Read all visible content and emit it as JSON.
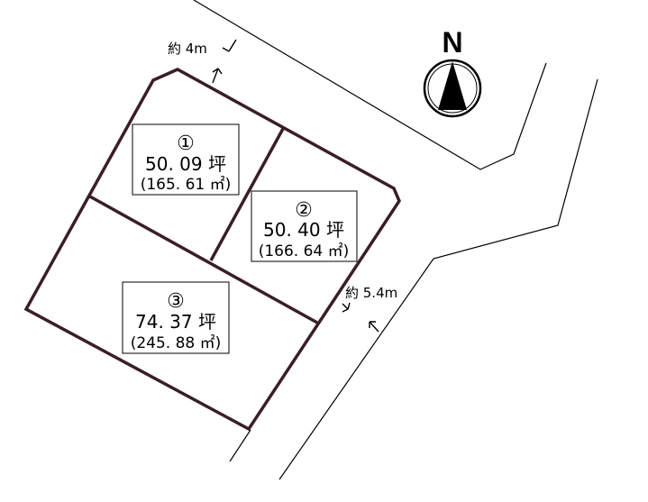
{
  "compass": {
    "letter": "N",
    "icon": "north-arrow-icon"
  },
  "roads": [
    {
      "label": "約 4m"
    },
    {
      "label": "約 5.4m"
    }
  ],
  "lots": [
    {
      "number": "①",
      "tsubo": "50. 09 坪",
      "sqm": "(165. 61 ㎡)"
    },
    {
      "number": "②",
      "tsubo": "50. 40 坪",
      "sqm": "(166. 64 ㎡)"
    },
    {
      "number": "③",
      "tsubo": "74. 37 坪",
      "sqm": "(245. 88 ㎡)"
    }
  ],
  "colors": {
    "boundary": "#3a1e26",
    "line": "#000000",
    "background": "#ffffff"
  }
}
